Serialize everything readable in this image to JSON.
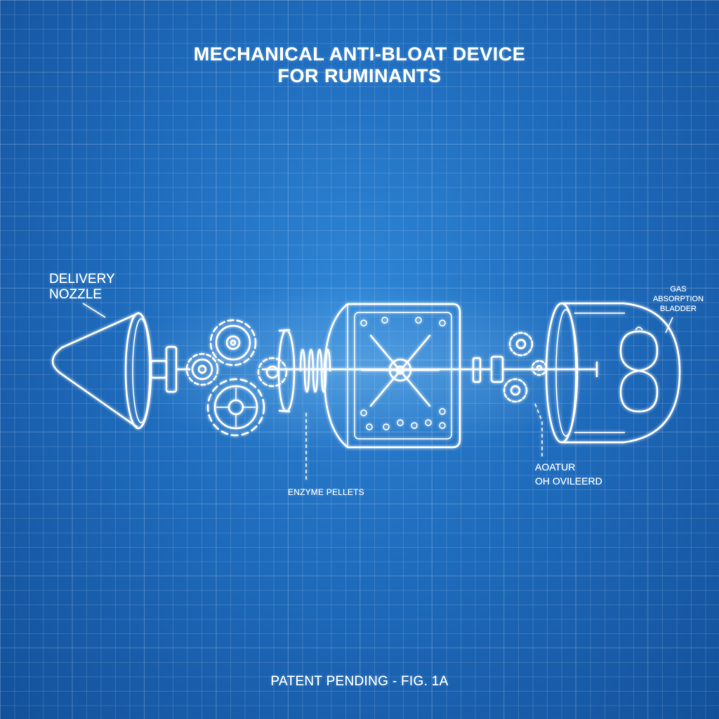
{
  "title": {
    "line1": "MECHANICAL ANTI-BLOAT DEVICE",
    "line2": "FOR RUMINANTS"
  },
  "labels": {
    "nozzle_line1": "DELIVERY",
    "nozzle_line2": "NOZZLE",
    "bladder_line1": "GAS",
    "bladder_line2": "ABSORPTION",
    "bladder_line3": "BLADDER",
    "enzyme": "ENZYME PELLETS",
    "actuator_line1": "AOATUR",
    "actuator_line2": "OH OVILEERD"
  },
  "footer": "PATENT PENDING - FIG. 1A",
  "colors": {
    "background": "#1f6cbd",
    "line": "#ffffff",
    "grid": "rgba(255,255,255,0.13)"
  }
}
